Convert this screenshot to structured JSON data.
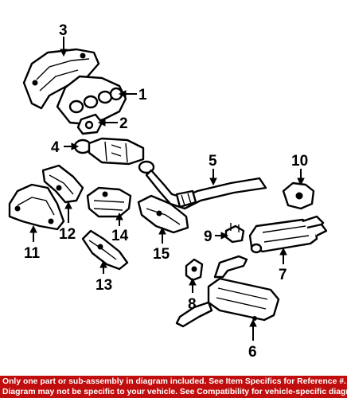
{
  "callouts": {
    "c1": "1",
    "c2": "2",
    "c3": "3",
    "c4": "4",
    "c5": "5",
    "c6": "6",
    "c7": "7",
    "c8": "8",
    "c9": "9",
    "c10": "10",
    "c11": "11",
    "c12": "12",
    "c13": "13",
    "c14": "14",
    "c15": "15"
  },
  "disclaimer": {
    "line1": "Only one part or sub-assembly in diagram included. See Item Specifics for Reference #.",
    "line2": "Diagram may not be specific to your vehicle. See Compatibility for vehicle-specific diagrams."
  },
  "colors": {
    "banner": "#c00d0d",
    "ink": "#000000",
    "paper": "#ffffff"
  }
}
